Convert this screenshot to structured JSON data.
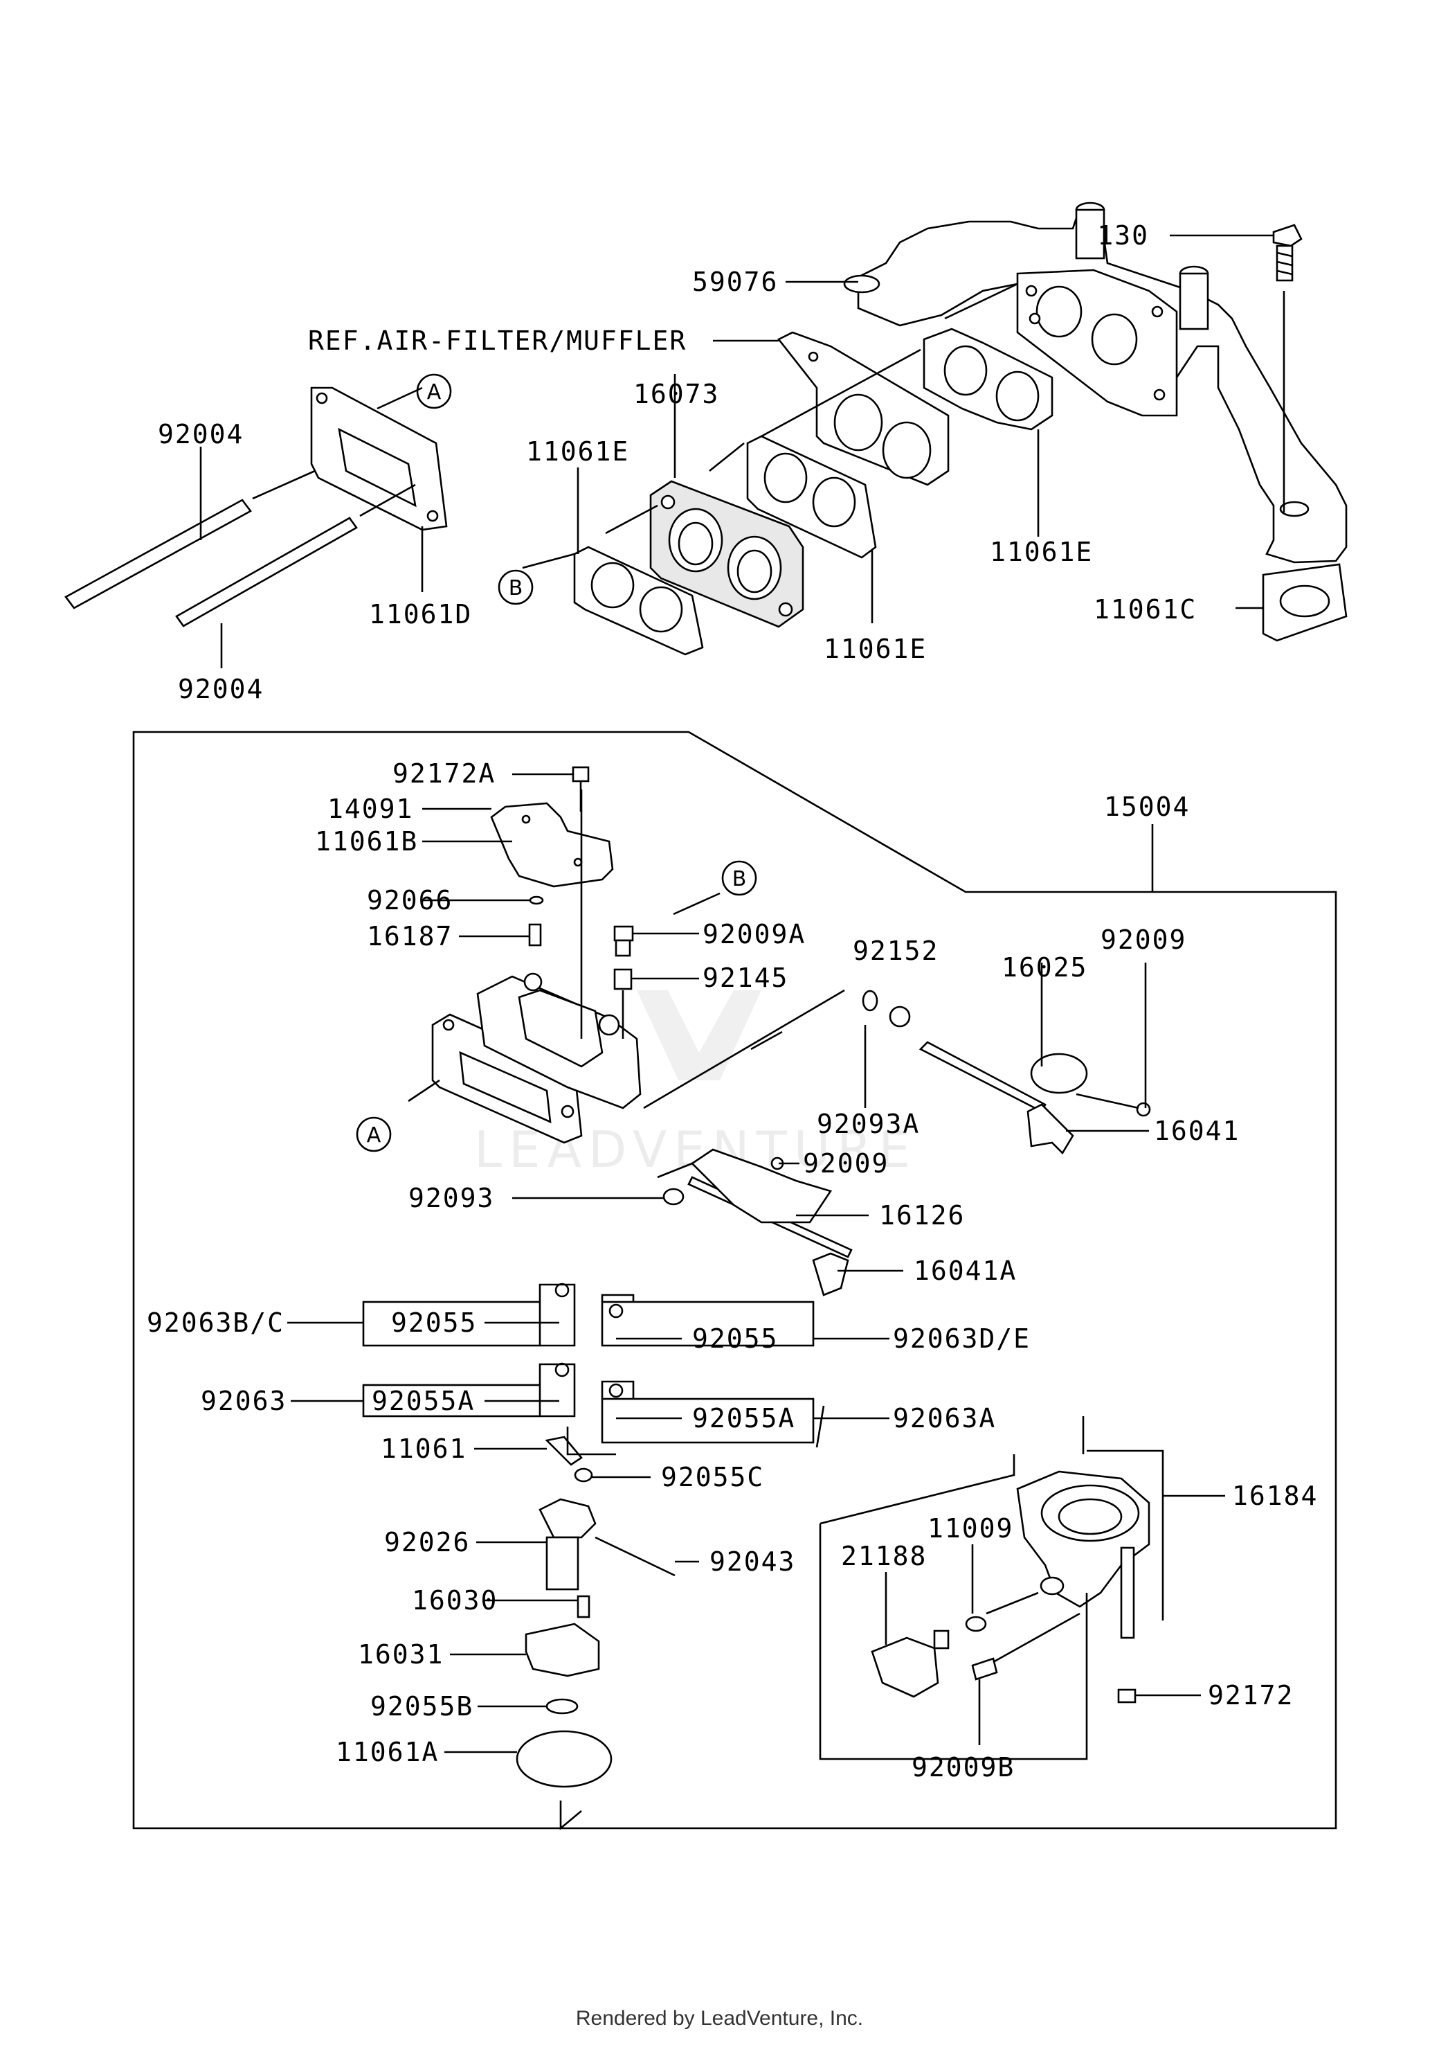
{
  "labels": {
    "p59076": "59076",
    "p130": "130",
    "ref_air_filter": "REF.AIR-FILTER/MUFFLER",
    "p16073": "16073",
    "p92004_top": "92004",
    "p92004_bottom": "92004",
    "p11061E_left": "11061E",
    "p11061E_mid": "11061E",
    "p11061E_right": "11061E",
    "p11061D": "11061D",
    "p11061C": "11061C",
    "p92172A": "92172A",
    "p14091": "14091",
    "p11061B": "11061B",
    "p15004": "15004",
    "p92066": "92066",
    "p16187": "16187",
    "p92009A": "92009A",
    "p92145": "92145",
    "p92152": "92152",
    "p16025": "16025",
    "p92009_top": "92009",
    "p92093A": "92093A",
    "p16041": "16041",
    "p92009_mid": "92009",
    "p92093": "92093",
    "p16126": "16126",
    "p16041A": "16041A",
    "p92063BC": "92063B/C",
    "p92055_left": "92055",
    "p92055_right": "92055",
    "p92063DE": "92063D/E",
    "p92063": "92063",
    "p92055A_left": "92055A",
    "p92055A_right": "92055A",
    "p92063A": "92063A",
    "p11061": "11061",
    "p92055C": "92055C",
    "p16184": "16184",
    "p11009": "11009",
    "p21188": "21188",
    "p92026": "92026",
    "p92043": "92043",
    "p16030": "16030",
    "p16031": "16031",
    "p92172": "92172",
    "p92055B": "92055B",
    "p92009B": "92009B",
    "p11061A": "11061A"
  },
  "refs": {
    "a_top": "A",
    "b_left": "B",
    "b_mid": "B",
    "a_mid": "A"
  },
  "watermark": "LEADVENTURE",
  "footer": "Rendered by LeadVenture, Inc."
}
